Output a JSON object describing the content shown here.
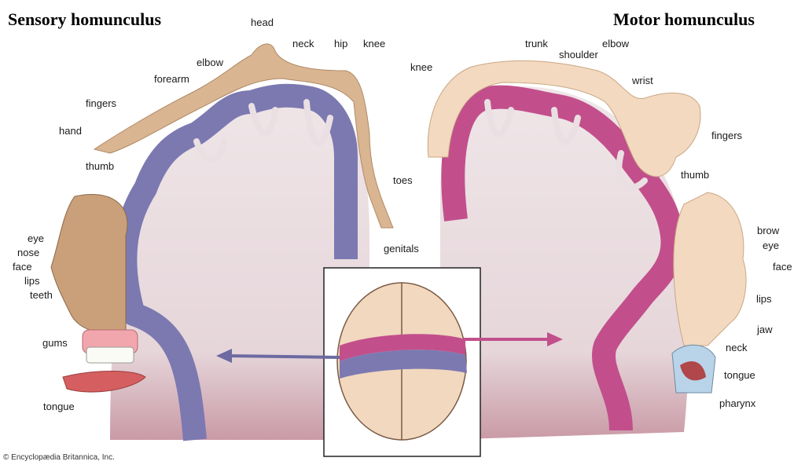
{
  "titles": {
    "sensory": "Sensory homunculus",
    "motor": "Motor homunculus"
  },
  "sensory_labels": {
    "head": "head",
    "neck": "neck",
    "hip": "hip",
    "knee": "knee",
    "elbow": "elbow",
    "forearm": "forearm",
    "fingers": "fingers",
    "hand": "hand",
    "thumb": "thumb",
    "toes": "toes",
    "genitals": "genitals",
    "eye": "eye",
    "nose": "nose",
    "face": "face",
    "lips": "lips",
    "teeth": "teeth",
    "gums": "gums",
    "tongue": "tongue"
  },
  "motor_labels": {
    "trunk": "trunk",
    "shoulder": "shoulder",
    "elbow": "elbow",
    "knee": "knee",
    "wrist": "wrist",
    "fingers": "fingers",
    "thumb": "thumb",
    "brow": "brow",
    "eye": "eye",
    "face": "face",
    "lips": "lips",
    "jaw": "jaw",
    "neck": "neck",
    "tongue": "tongue",
    "pharynx": "pharynx"
  },
  "copyright": "© Encyclopædia Britannica, Inc.",
  "colors": {
    "sensory_cortex": "#7c79b1",
    "motor_cortex": "#c24f8c",
    "white_matter": "#eadfe2",
    "skin": "#d9b592"
  }
}
